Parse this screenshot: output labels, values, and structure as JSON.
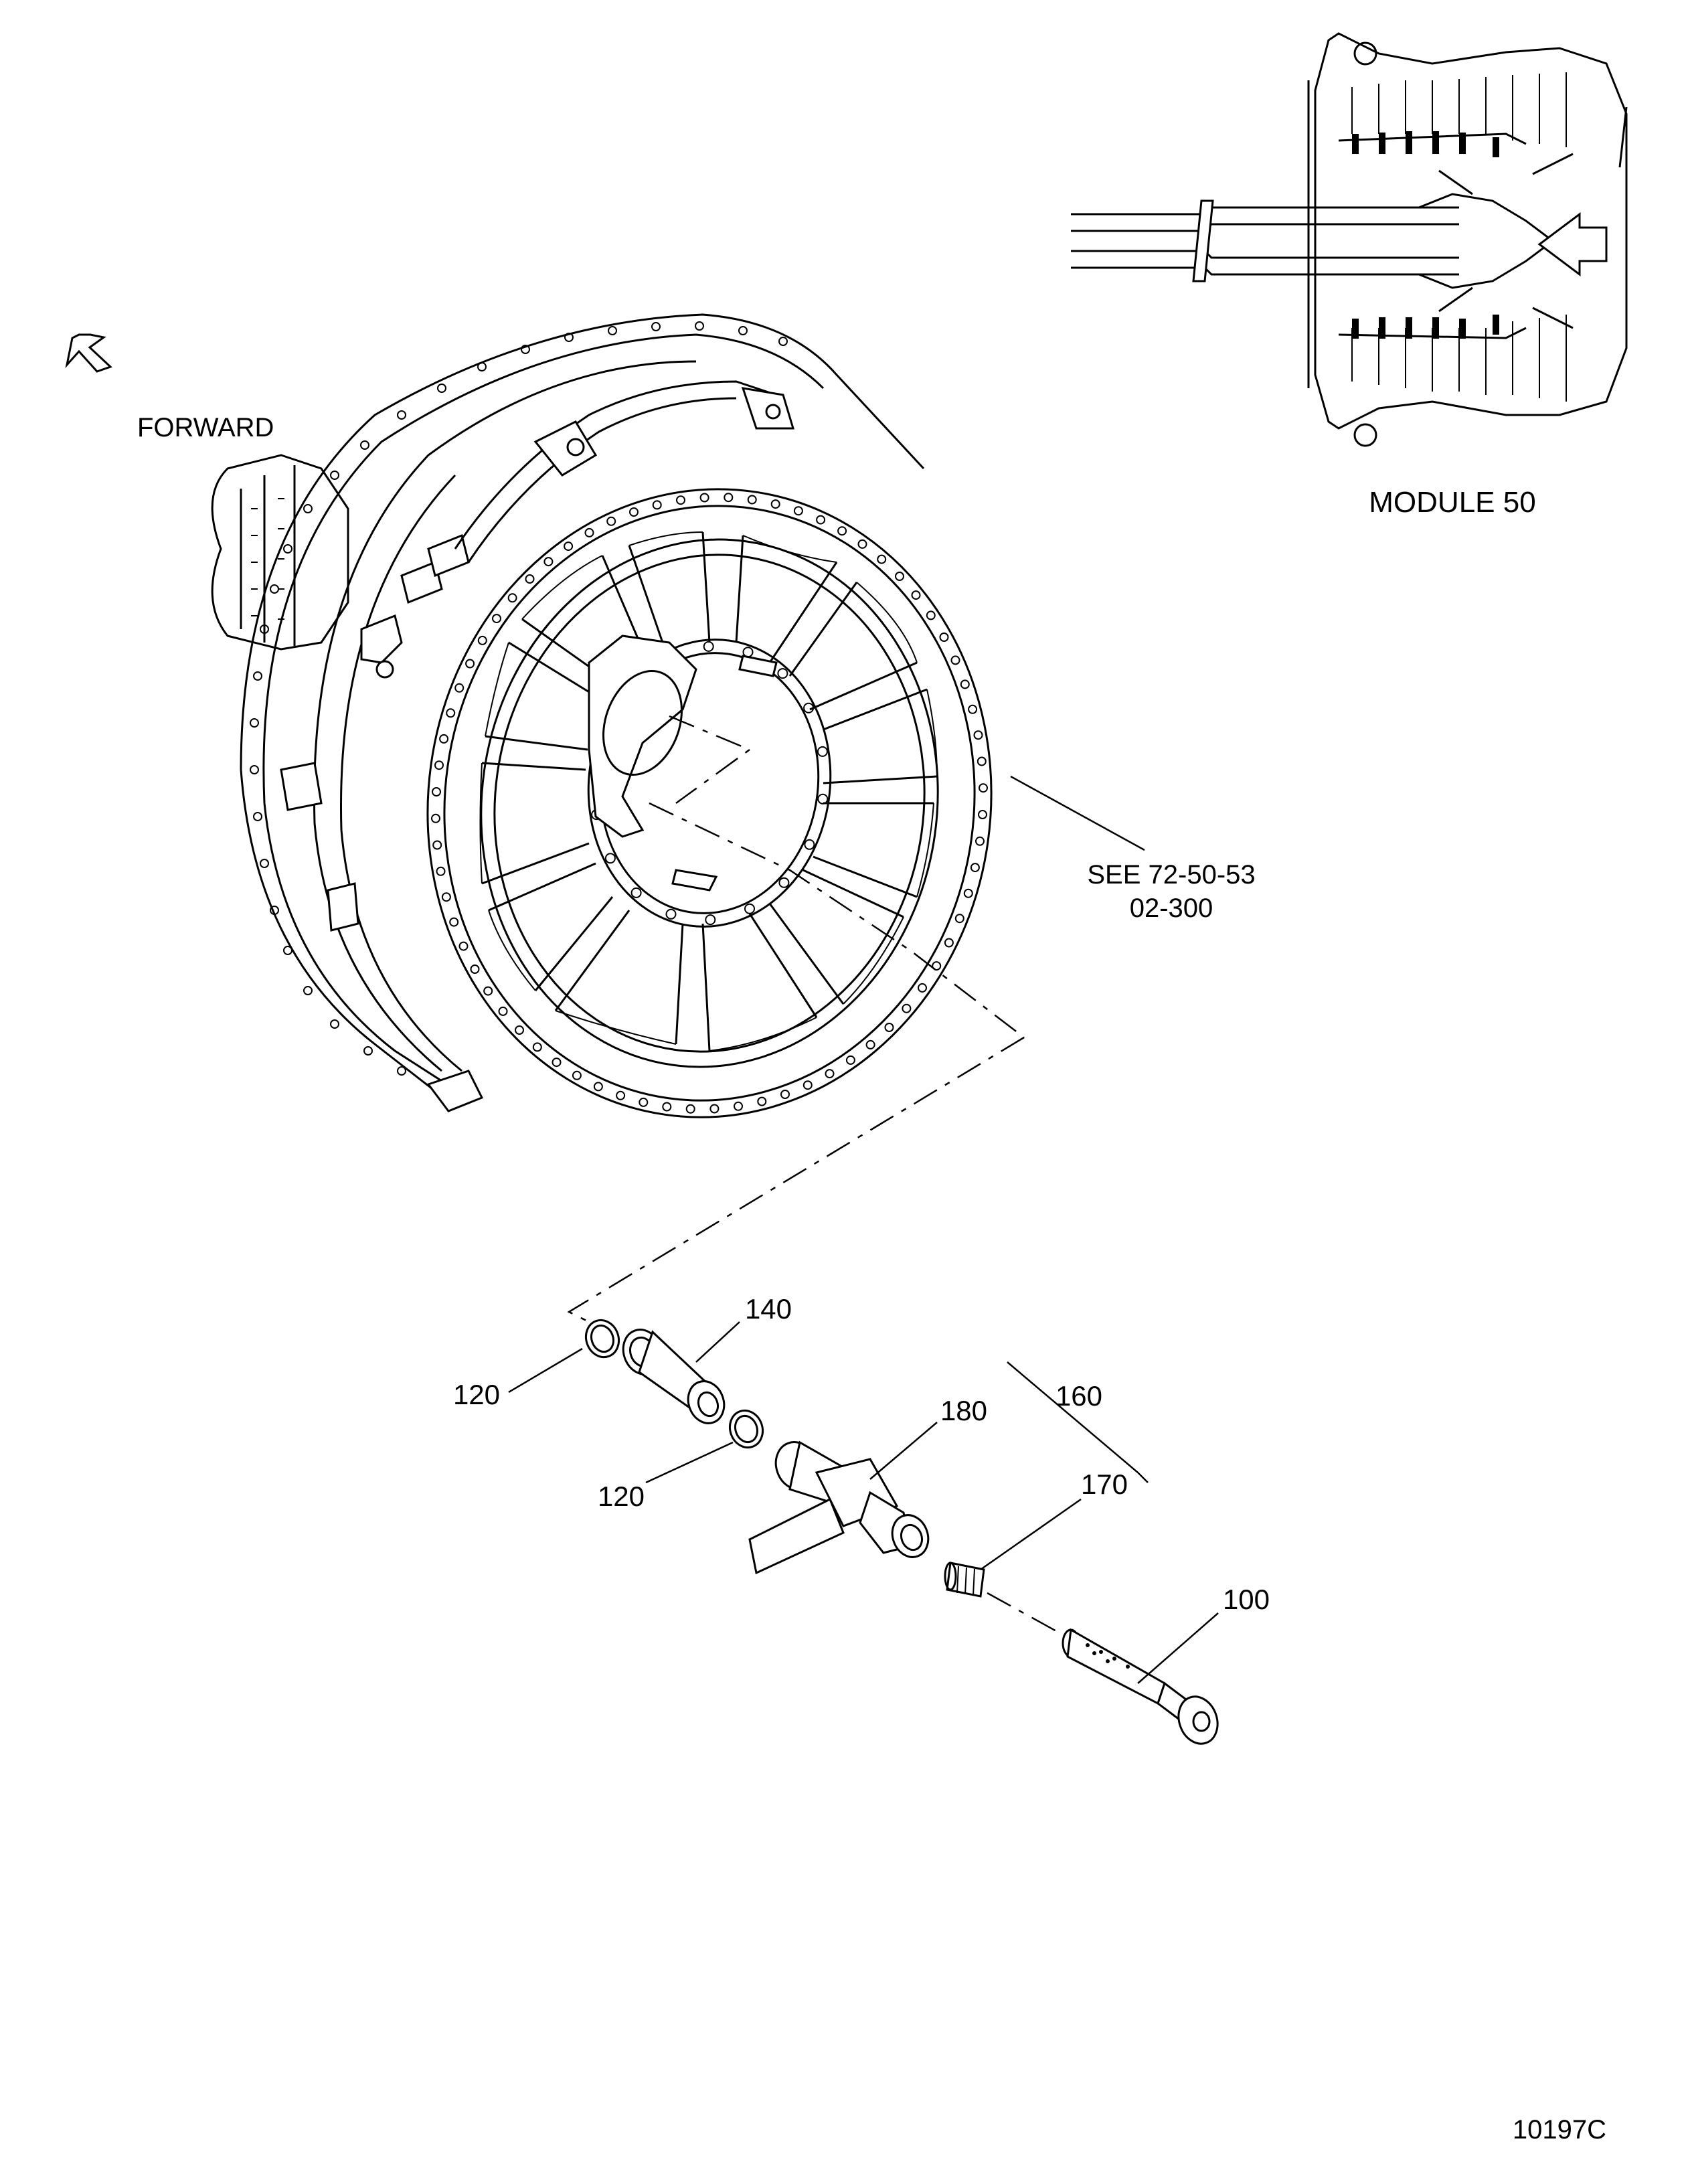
{
  "labels": {
    "forward": "FORWARD",
    "module": "MODULE 50",
    "see_ref_line1": "SEE 72-50-53",
    "see_ref_line2": "02-300",
    "figure_number": "10197C"
  },
  "callouts": {
    "c140": "140",
    "c120_upper": "120",
    "c120_lower": "120",
    "c180": "180",
    "c160": "160",
    "c170": "170",
    "c100": "100"
  },
  "colors": {
    "ink": "#000000",
    "paper": "#ffffff"
  }
}
